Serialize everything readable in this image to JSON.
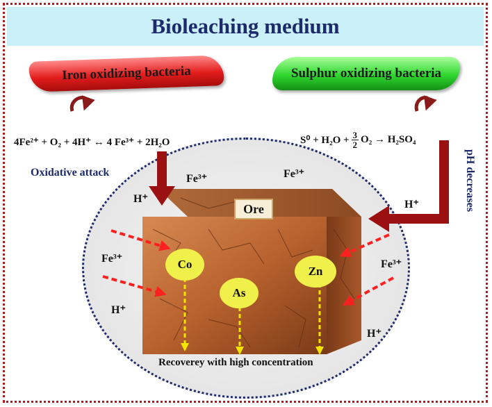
{
  "title": "Bioleaching medium",
  "bacteria": {
    "iron": "Iron oxidizing bacteria",
    "sulphur": "Sulphur oxidizing bacteria"
  },
  "equations": {
    "left": "4Fe²⁺ + O₂ + 4H⁺ ↔ 4 Fe³⁺ + 2H₂O",
    "right_prefix": "S⁰ + H₂O + ",
    "right_frac_num": "3",
    "right_frac_den": "2",
    "right_suffix": "O₂ → H₂SO₄"
  },
  "labels": {
    "oxidative_attack": "Oxidative attack",
    "ph_decreases": "pH decreases",
    "ore": "Ore",
    "recovery": "Recoverey with high concentration"
  },
  "ions": {
    "fe3_top_left": "Fe³⁺",
    "fe3_top_right": "Fe³⁺",
    "h_top_left": "H⁺",
    "h_right_arrow": "H⁺",
    "fe3_left": "Fe³⁺",
    "h_left": "H⁺",
    "fe3_right": "Fe³⁺",
    "h_bottom_right": "H⁺"
  },
  "metals": {
    "co": "Co",
    "as": "As",
    "zn": "Zn"
  },
  "colors": {
    "navy": "#1d2a6b",
    "dark_red": "#9b1111",
    "red_dash": "#ff2020",
    "yellow_dash": "#f5e400"
  }
}
